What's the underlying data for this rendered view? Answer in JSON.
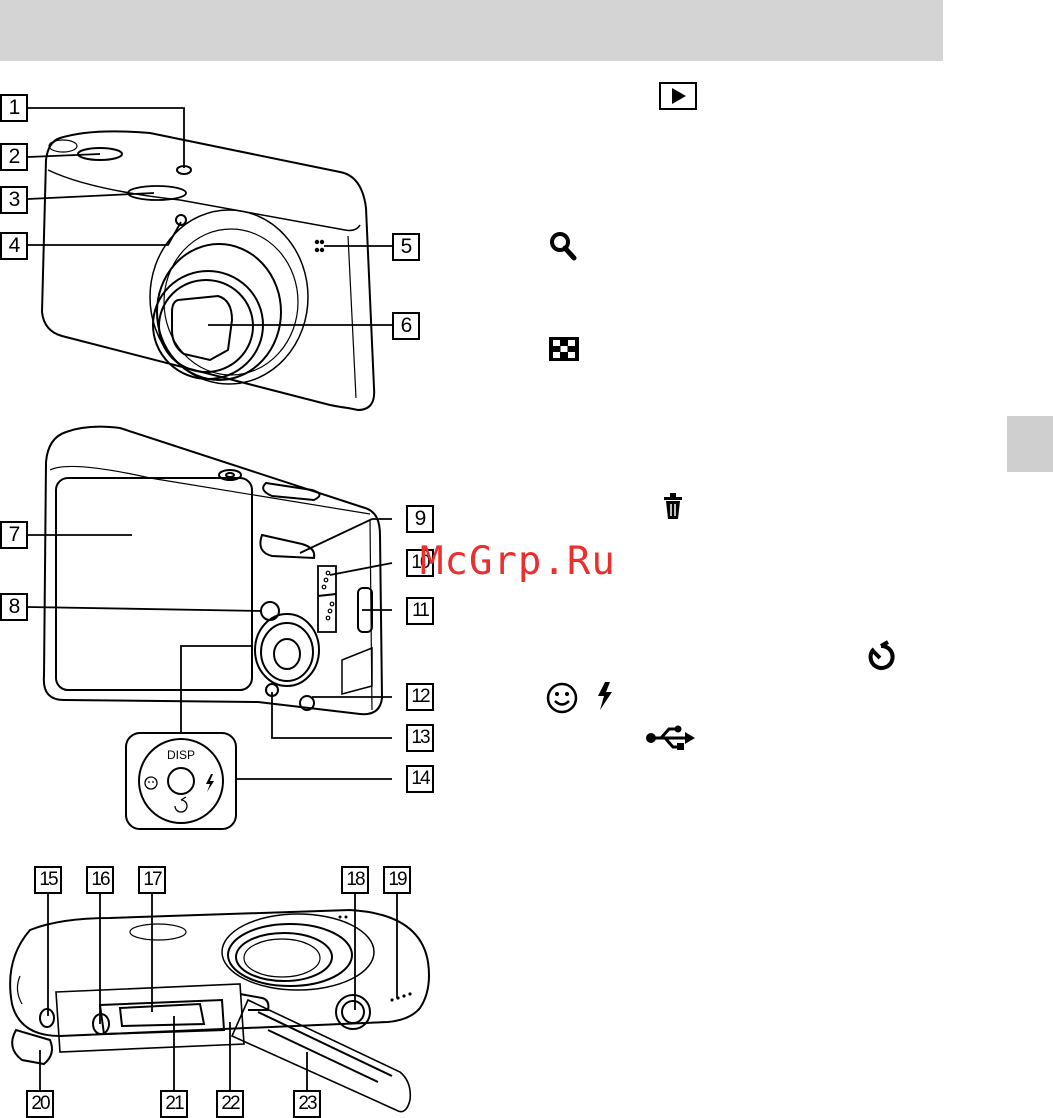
{
  "header": {
    "title": ""
  },
  "watermark": {
    "text": "McGrp.Ru"
  },
  "callouts": [
    "1",
    "2",
    "3",
    "4",
    "5",
    "6",
    "7",
    "8",
    "9",
    "10",
    "11",
    "12",
    "13",
    "14",
    "15",
    "16",
    "17",
    "18",
    "19",
    "20",
    "21",
    "22",
    "23"
  ],
  "control_pad": {
    "top_label": "DISP"
  },
  "icons": [
    "playback-icon",
    "zoom-icon",
    "index-icon",
    "delete-icon",
    "self-timer-icon",
    "smile-icon",
    "flash-icon",
    "usb-icon"
  ],
  "colors": {
    "header": "#d4d4d4",
    "tab": "#cfcfcf",
    "watermark": "#e9302d"
  }
}
